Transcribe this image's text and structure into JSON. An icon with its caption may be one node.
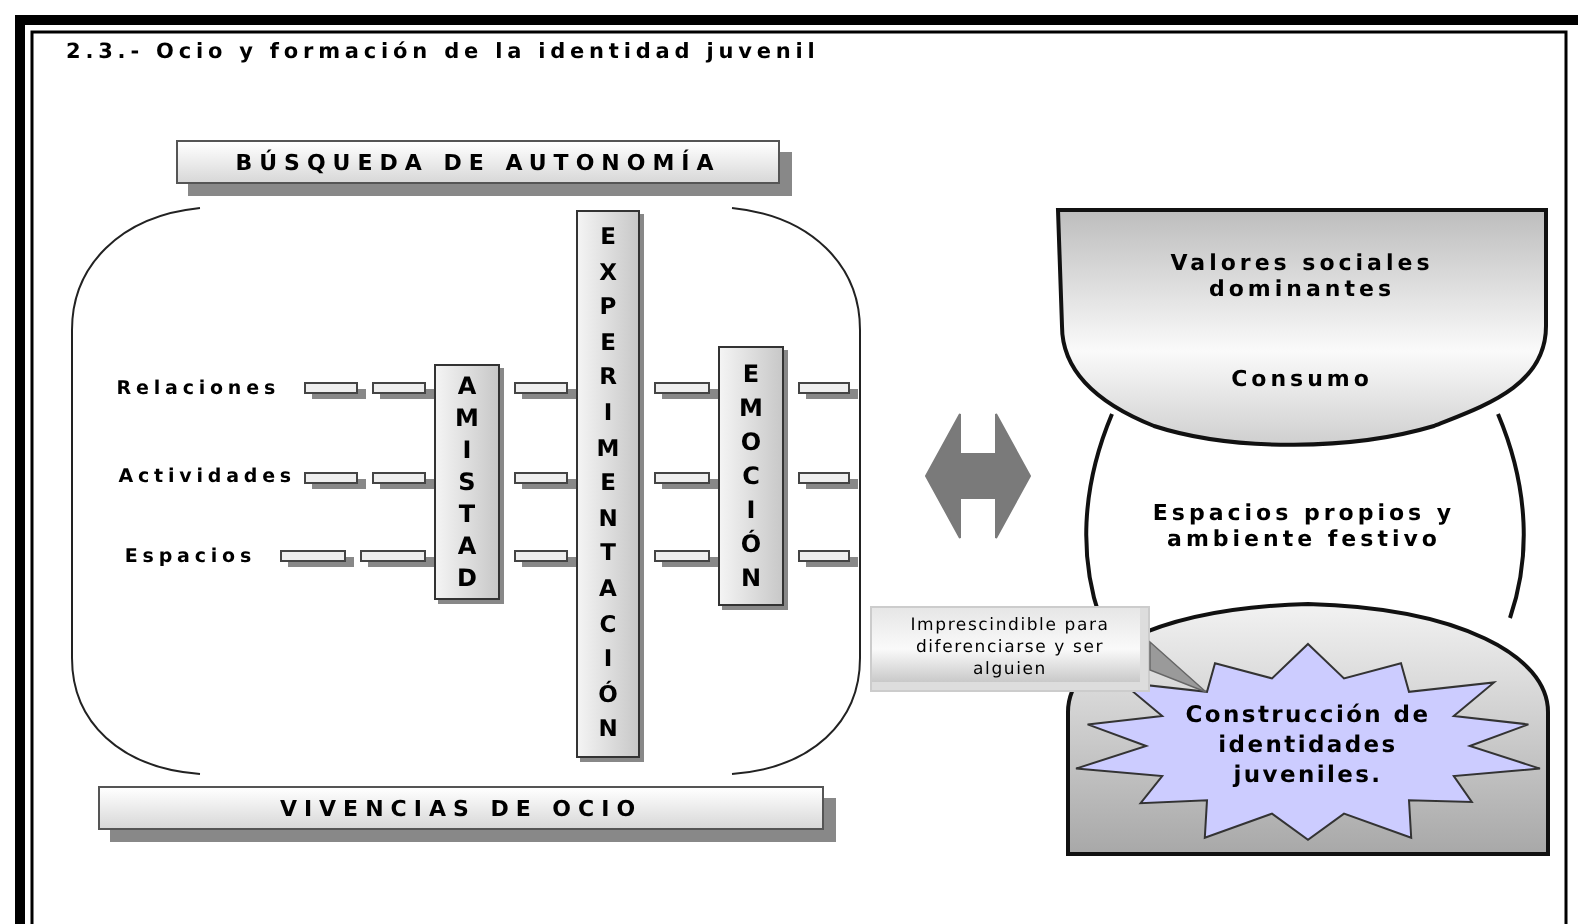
{
  "diagram": {
    "title": "2.3.- Ocio y formación de la identidad juvenil",
    "nodes": [
      {
        "text": [
          "BÚSQUEDA DE AUTONOMÍA"
        ]
      },
      {
        "text": [],
        "shape": "box"
      },
      {
        "text": [
          "Relaciones"
        ],
        "in": 1
      },
      {
        "text": [
          "Actividades"
        ],
        "in": 1
      },
      {
        "text": [
          "Espacios"
        ],
        "in": 1
      },
      {
        "text": [
          "AMISTAD"
        ],
        "in": 1
      },
      {
        "text": [
          "EXPERIMENTACIÓN"
        ],
        "in": 1
      },
      {
        "text": [
          "EMOCIÓN"
        ],
        "in": 1
      },
      {
        "text": [
          "VIVENCIAS DE OCIO"
        ]
      },
      {
        "text": [
          "Valores sociales dominantes",
          "Consumo"
        ]
      },
      {
        "text": [
          "Espacios propios y ambiente festivo"
        ]
      },
      {
        "text": [],
        "shape": "box"
      },
      {
        "text": [
          "Construcción de identidades juveniles."
        ],
        "in": 11
      },
      {
        "text": [
          "Imprescindible para diferenciarse y ser alguien"
        ]
      }
    ],
    "edges": [
      {
        "from": 2,
        "to": 5,
        "arrow": "none",
        "style": "dashed"
      },
      {
        "from": 3,
        "to": 5,
        "arrow": "none",
        "style": "dashed"
      },
      {
        "from": 4,
        "to": 5,
        "arrow": "none",
        "style": "dashed"
      },
      {
        "from": 5,
        "to": 6,
        "arrow": "none",
        "style": "dashed"
      },
      {
        "from": 5,
        "to": 6,
        "arrow": "none",
        "style": "dashed"
      },
      {
        "from": 5,
        "to": 6,
        "arrow": "none",
        "style": "dashed"
      },
      {
        "from": 6,
        "to": 7,
        "arrow": "none",
        "style": "dashed"
      },
      {
        "from": 6,
        "to": 7,
        "arrow": "none",
        "style": "dashed"
      },
      {
        "from": 6,
        "to": 7,
        "arrow": "none",
        "style": "dashed"
      },
      {
        "from": 7,
        "to": null,
        "arrow": "none",
        "style": "dashed"
      },
      {
        "from": 7,
        "to": null,
        "arrow": "none",
        "style": "dashed"
      },
      {
        "from": 7,
        "to": null,
        "arrow": "none",
        "style": "dashed"
      },
      {
        "from": 1,
        "to": 10,
        "arrow": "both"
      },
      {
        "from": 13,
        "to": 12,
        "arrow": "to"
      }
    ]
  }
}
